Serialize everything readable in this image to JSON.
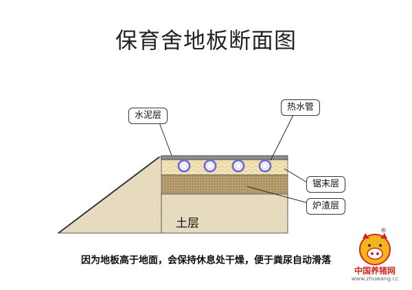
{
  "title": "保育舍地板断面图",
  "caption": "因为地板高于地面，会保持休息处干燥，便于粪尿自动滑落",
  "labels": {
    "cement": "水泥层",
    "hot_water_pipe": "热水管",
    "sawdust": "锯末层",
    "slag": "炉渣层",
    "soil": "土层"
  },
  "logo": {
    "name": "中国养猪网",
    "url": "www.zhuwang.cc",
    "registered": "®"
  },
  "colors": {
    "soil": "#e8dcc0",
    "sawdust": "#f2e4b8",
    "slag": "#b39a6a",
    "cement": "#8a8a8a",
    "pipe": "#7a6fd0",
    "logo_red": "#d7261e",
    "logo_yellow": "#f2b51c"
  }
}
